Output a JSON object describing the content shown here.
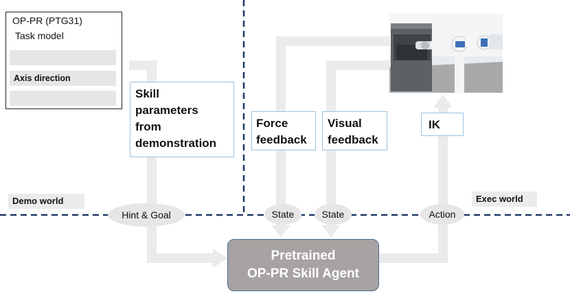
{
  "task_model": {
    "title": "OP-PR (PTG31)",
    "subtitle": "Task model",
    "axis_label": "Axis direction"
  },
  "skill_box": {
    "lines": [
      "Skill",
      "parameters",
      "from",
      "demonstration"
    ]
  },
  "force_box": {
    "lines": [
      "Force",
      "feedback"
    ]
  },
  "visual_box": {
    "lines": [
      "Visual",
      "feedback"
    ]
  },
  "ik_box": {
    "label": "IK"
  },
  "worlds": {
    "demo": "Demo world",
    "exec": "Exec world"
  },
  "ovals": {
    "hint": "Hint & Goal",
    "state1": "State",
    "state2": "State",
    "action": "Action"
  },
  "agent": {
    "lines": [
      "Pretrained",
      "OP-PR Skill Agent"
    ]
  },
  "colors": {
    "arrow": "#ebebeb",
    "dash": "#1f3864",
    "agent_fill": "#a6a3a2",
    "agent_border": "#4d6d90",
    "box_border": "#9cc3df"
  }
}
